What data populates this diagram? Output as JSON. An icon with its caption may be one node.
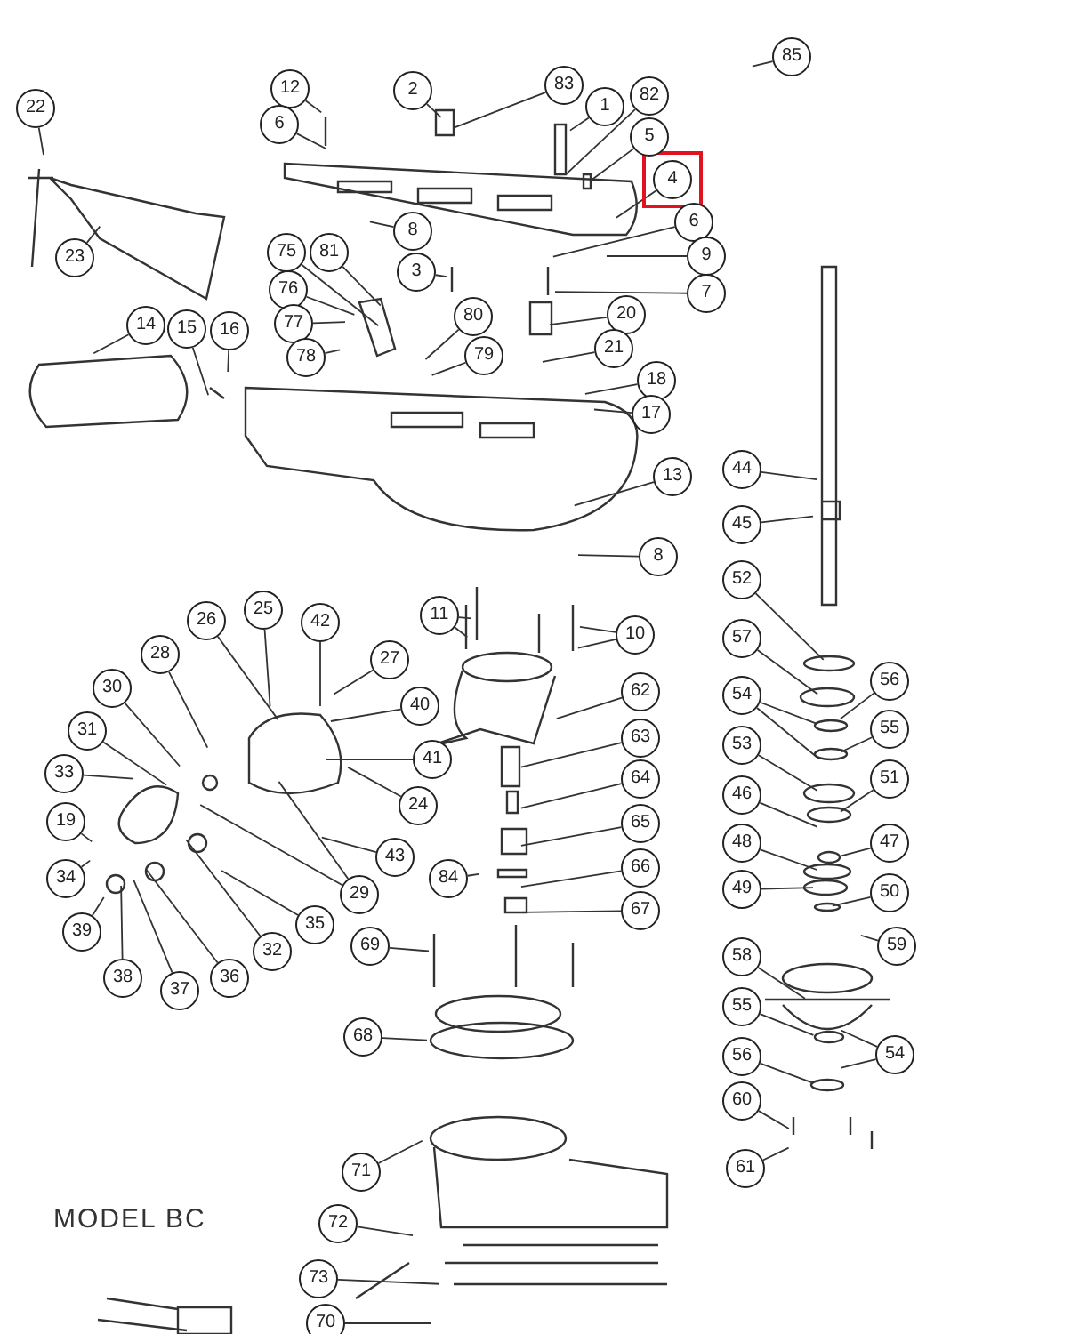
{
  "diagram": {
    "nodes": [
      {
        "text": [
          "22"
        ]
      },
      {
        "text": [
          "12"
        ]
      },
      {
        "text": [
          "2"
        ]
      },
      {
        "text": [
          "83"
        ]
      },
      {
        "text": [
          "85"
        ]
      },
      {
        "text": [
          "1"
        ]
      },
      {
        "text": [
          "82"
        ]
      },
      {
        "text": [
          "6"
        ]
      },
      {
        "text": [
          "5"
        ]
      },
      {
        "text": [
          "4"
        ]
      },
      {
        "text": [
          "8"
        ]
      },
      {
        "text": [
          "6"
        ]
      },
      {
        "text": [
          "23"
        ]
      },
      {
        "text": [
          "75"
        ]
      },
      {
        "text": [
          "81"
        ]
      },
      {
        "text": [
          "3"
        ]
      },
      {
        "text": [
          "9"
        ]
      },
      {
        "text": [
          "76"
        ]
      },
      {
        "text": [
          "7"
        ]
      },
      {
        "text": [
          "80"
        ]
      },
      {
        "text": [
          "20"
        ]
      },
      {
        "text": [
          "77"
        ]
      },
      {
        "text": [
          "14"
        ]
      },
      {
        "text": [
          "15"
        ]
      },
      {
        "text": [
          "16"
        ]
      },
      {
        "text": [
          "78"
        ]
      },
      {
        "text": [
          "79"
        ]
      },
      {
        "text": [
          "21"
        ]
      },
      {
        "text": [
          "18"
        ]
      },
      {
        "text": [
          "17"
        ]
      },
      {
        "text": [
          "13"
        ]
      },
      {
        "text": [
          "44"
        ]
      },
      {
        "text": [
          "45"
        ]
      },
      {
        "text": [
          "8"
        ]
      },
      {
        "text": [
          "52"
        ]
      },
      {
        "text": [
          "25"
        ]
      },
      {
        "text": [
          "11"
        ]
      },
      {
        "text": [
          "42"
        ]
      },
      {
        "text": [
          "26"
        ]
      },
      {
        "text": [
          "10"
        ]
      },
      {
        "text": [
          "57"
        ]
      },
      {
        "text": [
          "28"
        ]
      },
      {
        "text": [
          "27"
        ]
      },
      {
        "text": [
          "56"
        ]
      },
      {
        "text": [
          "54"
        ]
      },
      {
        "text": [
          "30"
        ]
      },
      {
        "text": [
          "62"
        ]
      },
      {
        "text": [
          "40"
        ]
      },
      {
        "text": [
          "55"
        ]
      },
      {
        "text": [
          "31"
        ]
      },
      {
        "text": [
          "63"
        ]
      },
      {
        "text": [
          "53"
        ]
      },
      {
        "text": [
          "41"
        ]
      },
      {
        "text": [
          "33"
        ]
      },
      {
        "text": [
          "51"
        ]
      },
      {
        "text": [
          "64"
        ]
      },
      {
        "text": [
          "24"
        ]
      },
      {
        "text": [
          "46"
        ]
      },
      {
        "text": [
          "19"
        ]
      },
      {
        "text": [
          "65"
        ]
      },
      {
        "text": [
          "47"
        ]
      },
      {
        "text": [
          "48"
        ]
      },
      {
        "text": [
          "43"
        ]
      },
      {
        "text": [
          "34"
        ]
      },
      {
        "text": [
          "84"
        ]
      },
      {
        "text": [
          "66"
        ]
      },
      {
        "text": [
          "49"
        ]
      },
      {
        "text": [
          "50"
        ]
      },
      {
        "text": [
          "29"
        ]
      },
      {
        "text": [
          "35"
        ]
      },
      {
        "text": [
          "39"
        ]
      },
      {
        "text": [
          "67"
        ]
      },
      {
        "text": [
          "69"
        ]
      },
      {
        "text": [
          "59"
        ]
      },
      {
        "text": [
          "32"
        ]
      },
      {
        "text": [
          "58"
        ]
      },
      {
        "text": [
          "38"
        ]
      },
      {
        "text": [
          "36"
        ]
      },
      {
        "text": [
          "37"
        ]
      },
      {
        "text": [
          "55"
        ]
      },
      {
        "text": [
          "68"
        ]
      },
      {
        "text": [
          "54"
        ]
      },
      {
        "text": [
          "56"
        ]
      },
      {
        "text": [
          "60"
        ]
      },
      {
        "text": [
          "61"
        ]
      },
      {
        "text": [
          "71"
        ]
      },
      {
        "text": [
          "72"
        ]
      },
      {
        "text": [
          "73"
        ]
      },
      {
        "text": [
          "70"
        ]
      }
    ],
    "edges": [
      {
        "from": 0,
        "to": null,
        "arrow": "none"
      },
      {
        "from": 1,
        "to": null,
        "arrow": "none"
      },
      {
        "from": 2,
        "to": null,
        "arrow": "none"
      },
      {
        "from": 3,
        "to": null,
        "arrow": "none"
      },
      {
        "from": 4,
        "to": null,
        "arrow": "none"
      },
      {
        "from": 5,
        "to": null,
        "arrow": "none"
      },
      {
        "from": 6,
        "to": null,
        "arrow": "none"
      },
      {
        "from": 7,
        "to": null,
        "arrow": "none"
      },
      {
        "from": 8,
        "to": null,
        "arrow": "none"
      },
      {
        "from": 9,
        "to": null,
        "arrow": "none"
      },
      {
        "from": 10,
        "to": null,
        "arrow": "none"
      },
      {
        "from": 11,
        "to": null,
        "arrow": "none"
      },
      {
        "from": 12,
        "to": null,
        "arrow": "none"
      },
      {
        "from": 13,
        "to": null,
        "arrow": "none"
      },
      {
        "from": 14,
        "to": null,
        "arrow": "none"
      },
      {
        "from": 15,
        "to": null,
        "arrow": "none"
      },
      {
        "from": 16,
        "to": null,
        "arrow": "none"
      },
      {
        "from": 17,
        "to": null,
        "arrow": "none"
      },
      {
        "from": 18,
        "to": null,
        "arrow": "none"
      },
      {
        "from": 19,
        "to": null,
        "arrow": "none"
      },
      {
        "from": 20,
        "to": null,
        "arrow": "none"
      },
      {
        "from": 21,
        "to": null,
        "arrow": "none"
      },
      {
        "from": 22,
        "to": null,
        "arrow": "none"
      },
      {
        "from": 23,
        "to": null,
        "arrow": "none"
      },
      {
        "from": 24,
        "to": null,
        "arrow": "none"
      },
      {
        "from": 25,
        "to": null,
        "arrow": "none"
      },
      {
        "from": 26,
        "to": null,
        "arrow": "none"
      },
      {
        "from": 27,
        "to": null,
        "arrow": "none"
      },
      {
        "from": 28,
        "to": null,
        "arrow": "none"
      },
      {
        "from": 29,
        "to": null,
        "arrow": "none"
      },
      {
        "from": 30,
        "to": null,
        "arrow": "none"
      },
      {
        "from": 31,
        "to": null,
        "arrow": "none"
      },
      {
        "from": 32,
        "to": null,
        "arrow": "none"
      },
      {
        "from": 33,
        "to": null,
        "arrow": "none"
      },
      {
        "from": 34,
        "to": null,
        "arrow": "none"
      },
      {
        "from": 35,
        "to": null,
        "arrow": "none"
      },
      {
        "from": 36,
        "to": null,
        "arrow": "none"
      },
      {
        "from": 36,
        "to": null,
        "arrow": "none"
      },
      {
        "from": 37,
        "to": null,
        "arrow": "none"
      },
      {
        "from": 38,
        "to": null,
        "arrow": "none"
      },
      {
        "from": 39,
        "to": null,
        "arrow": "none"
      },
      {
        "from": 39,
        "to": null,
        "arrow": "none"
      },
      {
        "from": 40,
        "to": null,
        "arrow": "none"
      },
      {
        "from": 41,
        "to": null,
        "arrow": "none"
      },
      {
        "from": 42,
        "to": null,
        "arrow": "none"
      },
      {
        "from": 43,
        "to": null,
        "arrow": "none"
      },
      {
        "from": 44,
        "to": null,
        "arrow": "none"
      },
      {
        "from": 44,
        "to": null,
        "arrow": "none"
      },
      {
        "from": 45,
        "to": null,
        "arrow": "none"
      },
      {
        "from": 46,
        "to": null,
        "arrow": "none"
      },
      {
        "from": 47,
        "to": null,
        "arrow": "none"
      },
      {
        "from": 48,
        "to": null,
        "arrow": "none"
      },
      {
        "from": 49,
        "to": null,
        "arrow": "none"
      },
      {
        "from": 50,
        "to": null,
        "arrow": "none"
      },
      {
        "from": 51,
        "to": null,
        "arrow": "none"
      },
      {
        "from": 52,
        "to": null,
        "arrow": "none"
      },
      {
        "from": 53,
        "to": null,
        "arrow": "none"
      },
      {
        "from": 54,
        "to": null,
        "arrow": "none"
      },
      {
        "from": 55,
        "to": null,
        "arrow": "none"
      },
      {
        "from": 56,
        "to": null,
        "arrow": "none"
      },
      {
        "from": 57,
        "to": null,
        "arrow": "none"
      },
      {
        "from": 58,
        "to": null,
        "arrow": "none"
      },
      {
        "from": 59,
        "to": null,
        "arrow": "none"
      },
      {
        "from": 60,
        "to": null,
        "arrow": "none"
      },
      {
        "from": 61,
        "to": null,
        "arrow": "none"
      },
      {
        "from": 62,
        "to": null,
        "arrow": "none"
      },
      {
        "from": 63,
        "to": null,
        "arrow": "none"
      },
      {
        "from": 64,
        "to": null,
        "arrow": "none"
      },
      {
        "from": 65,
        "to": null,
        "arrow": "none"
      },
      {
        "from": 66,
        "to": null,
        "arrow": "none"
      },
      {
        "from": 67,
        "to": null,
        "arrow": "none"
      },
      {
        "from": 68,
        "to": null,
        "arrow": "none"
      },
      {
        "from": 68,
        "to": null,
        "arrow": "none"
      },
      {
        "from": 69,
        "to": null,
        "arrow": "none"
      },
      {
        "from": 70,
        "to": null,
        "arrow": "none"
      },
      {
        "from": 71,
        "to": null,
        "arrow": "none"
      },
      {
        "from": 72,
        "to": null,
        "arrow": "none"
      },
      {
        "from": 73,
        "to": null,
        "arrow": "none"
      },
      {
        "from": 74,
        "to": null,
        "arrow": "none"
      },
      {
        "from": 75,
        "to": null,
        "arrow": "none"
      },
      {
        "from": 76,
        "to": null,
        "arrow": "none"
      },
      {
        "from": 77,
        "to": null,
        "arrow": "none"
      },
      {
        "from": 78,
        "to": null,
        "arrow": "none"
      },
      {
        "from": 79,
        "to": null,
        "arrow": "none"
      },
      {
        "from": 80,
        "to": null,
        "arrow": "none"
      },
      {
        "from": 81,
        "to": null,
        "arrow": "none"
      },
      {
        "from": 81,
        "to": null,
        "arrow": "none"
      },
      {
        "from": 82,
        "to": null,
        "arrow": "none"
      },
      {
        "from": 83,
        "to": null,
        "arrow": "none"
      },
      {
        "from": 84,
        "to": null,
        "arrow": "none"
      },
      {
        "from": 85,
        "to": null,
        "arrow": "none"
      },
      {
        "from": 86,
        "to": null,
        "arrow": "none"
      },
      {
        "from": 87,
        "to": null,
        "arrow": "none"
      },
      {
        "from": 88,
        "to": null,
        "arrow": "none"
      }
    ],
    "labels": [
      "MODEL BC"
    ]
  }
}
